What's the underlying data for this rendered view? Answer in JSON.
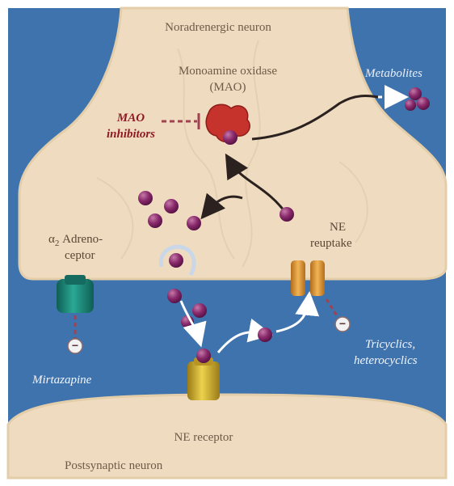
{
  "diagram": {
    "labels": {
      "presynaptic": "Noradrenergic neuron",
      "mao_line1": "Monoamine oxidase",
      "mao_line2": "(MAO)",
      "metabolites": "Metabolites",
      "mao_inhib_line1": "MAO",
      "mao_inhib_line2": "inhibitors",
      "alpha2_line1": "α",
      "alpha2_sub": "2",
      "alpha2_line1_rest": " Adreno-",
      "alpha2_line2": "ceptor",
      "reuptake_line1": "NE",
      "reuptake_line2": "reuptake",
      "tricyclics_line1": "Tricyclics,",
      "tricyclics_line2": "heterocyclics",
      "mirtazapine": "Mirtazapine",
      "receptor": "NE receptor",
      "postsynaptic": "Postsynaptic neuron"
    },
    "symbols": {
      "minus": "−"
    },
    "colors": {
      "background": "#3f73ad",
      "neuron": "#efdcc0",
      "neuron_outline": "#e8d2b2",
      "molecule": "#8a2a6c",
      "mao_enzyme": "#c5332c",
      "alpha2_receptor": "#1f8a7a",
      "transporter": "#e0a040",
      "ne_receptor": "#d9b73a",
      "inhibition": "#a0424f"
    }
  }
}
